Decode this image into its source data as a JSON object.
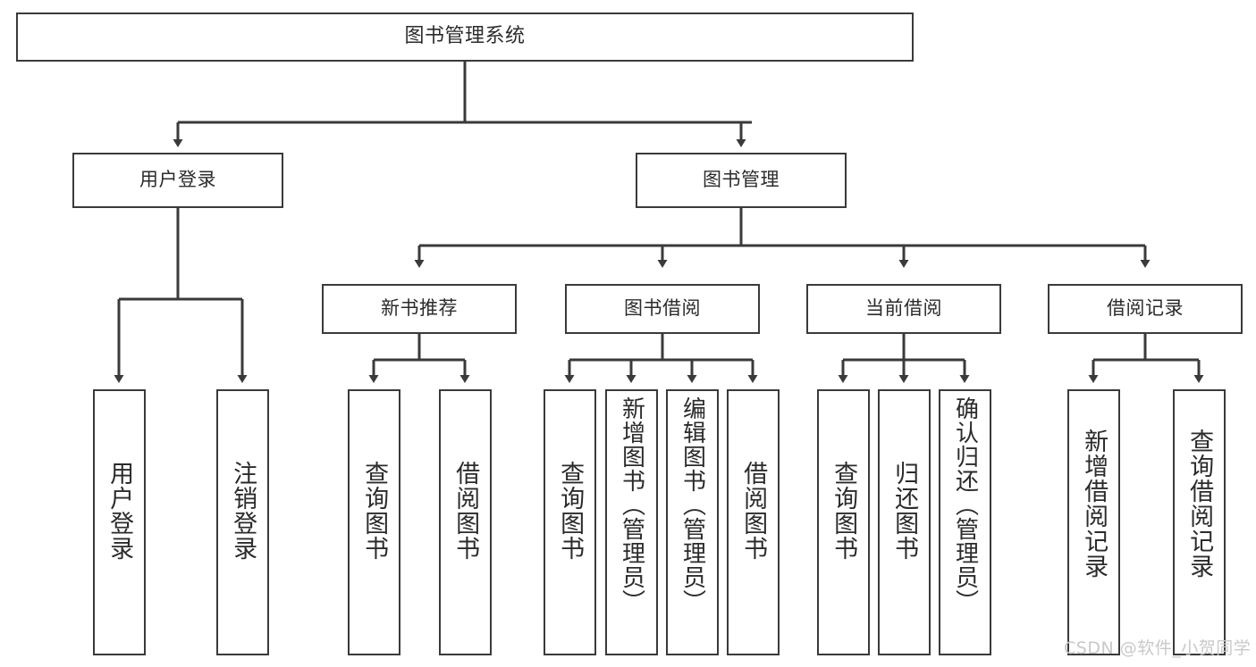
{
  "diagram": {
    "type": "tree-hierarchy-chart",
    "title": "图书管理系统",
    "stroke_color": "#3a3a3a",
    "fill_color": "#ffffff",
    "text_color": "#2b2b2b",
    "nodes": {
      "root": {
        "label": "图书管理系统"
      },
      "level2": [
        {
          "id": "user-login",
          "label": "用户登录"
        },
        {
          "id": "book-manage",
          "label": "图书管理"
        }
      ],
      "level3": [
        {
          "id": "new-book-recommend",
          "label": "新书推荐"
        },
        {
          "id": "book-borrow",
          "label": "图书借阅"
        },
        {
          "id": "current-borrow",
          "label": "当前借阅"
        },
        {
          "id": "borrow-record",
          "label": "借阅记录"
        }
      ],
      "leaves": {
        "user_login": [
          {
            "id": "leaf-user-login",
            "label": "用户登录"
          },
          {
            "id": "leaf-logout-login",
            "label": "注销登录"
          }
        ],
        "new_book_recommend": [
          {
            "id": "leaf-query-book-1",
            "label": "查询图书"
          },
          {
            "id": "leaf-borrow-book-1",
            "label": "借阅图书"
          }
        ],
        "book_borrow": [
          {
            "id": "leaf-query-book-2",
            "label": "查询图书"
          },
          {
            "id": "leaf-add-book-admin",
            "label": "新增图书（管理员）"
          },
          {
            "id": "leaf-edit-book-admin",
            "label": "编辑图书（管理员）"
          },
          {
            "id": "leaf-borrow-book-2",
            "label": "借阅图书"
          }
        ],
        "current_borrow": [
          {
            "id": "leaf-query-book-3",
            "label": "查询图书"
          },
          {
            "id": "leaf-return-book",
            "label": "归还图书"
          },
          {
            "id": "leaf-confirm-return-admin",
            "label": "确认归还（管理员）"
          }
        ],
        "borrow_record": [
          {
            "id": "leaf-add-borrow-record",
            "label": "新增借阅记录"
          },
          {
            "id": "leaf-query-borrow-record",
            "label": "查询借阅记录"
          }
        ]
      }
    }
  },
  "watermark": {
    "text": "CSDN @软件_小贺同学"
  }
}
